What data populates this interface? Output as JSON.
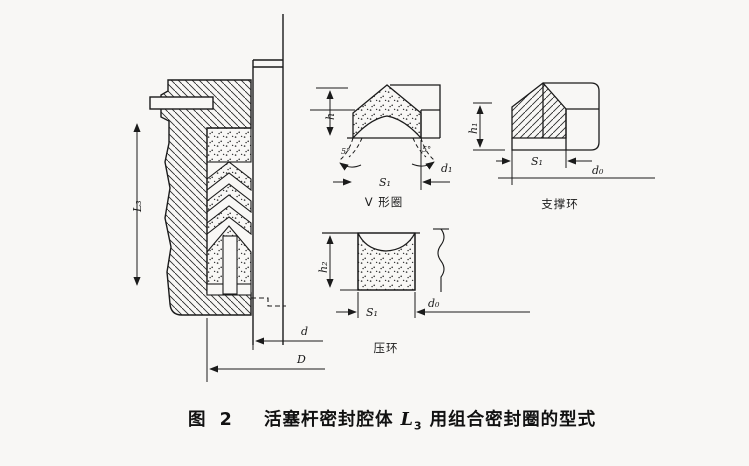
{
  "style": {
    "ink": "#1b1b1b",
    "paper": "#f8f7f5"
  },
  "caption": {
    "fig": "图 2",
    "pre": "活塞杆密封腔体 ",
    "sym": "L",
    "sub": "3",
    "post": " 用组合密封圈的型式"
  },
  "assembly": {
    "dims": {
      "length": "L₃",
      "rod": "d",
      "bore": "D"
    }
  },
  "vring": {
    "label": "V 形圈",
    "dims": {
      "height": "h",
      "width": "S₁",
      "inner": "d₁"
    },
    "angles": {
      "left": "5°",
      "right": "5°"
    }
  },
  "support": {
    "label": "支撑环",
    "dims": {
      "height": "h₁",
      "width": "S₁",
      "outer": "d₀"
    }
  },
  "press": {
    "label": "压环",
    "dims": {
      "height": "h₂",
      "width": "S₁",
      "outer": "d₀"
    }
  }
}
